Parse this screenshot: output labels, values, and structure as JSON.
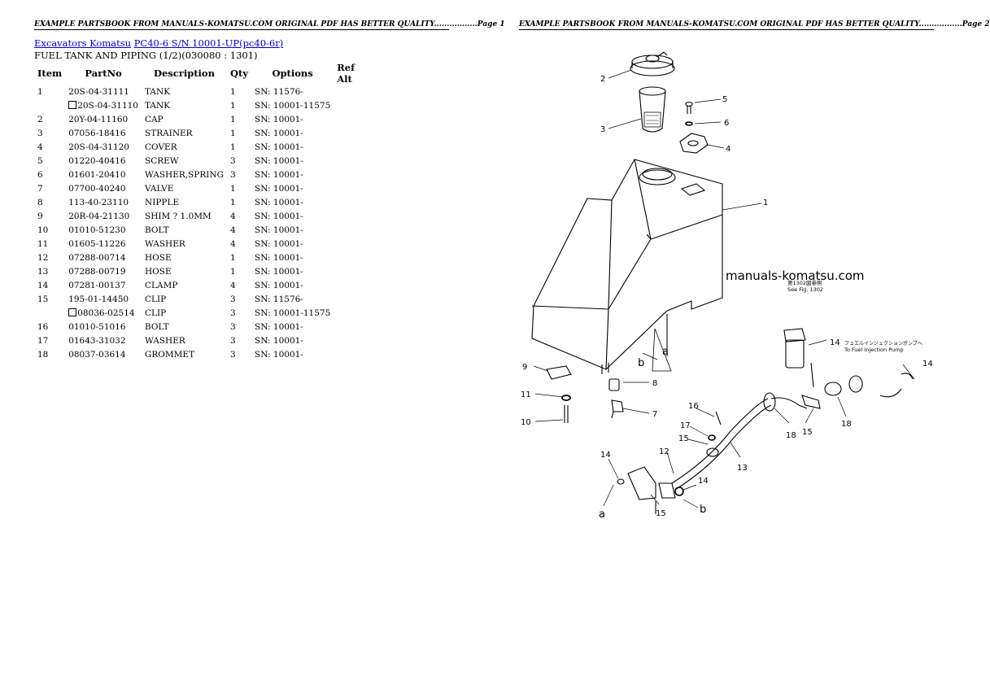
{
  "header": {
    "left": "EXAMPLE PARTSBOOK FROM MANUALS-KOMATSU.COM ORIGINAL PDF HAS BETTER QUALITY.................Page 1",
    "right": "EXAMPLE PARTSBOOK FROM MANUALS-KOMATSU.COM ORIGINAL PDF HAS BETTER QUALITY.................Page 2"
  },
  "breadcrumb": {
    "link1": "Excavators Komatsu",
    "link2": "PC40-6 S/N 10001-UP(pc40-6r)"
  },
  "subtitle": "FUEL TANK AND PIPING (1/2)(030080 : 1301)",
  "table": {
    "columns": [
      "Item",
      "PartNo",
      "Description",
      "Qty",
      "Options",
      "Ref Alt"
    ],
    "rows": [
      {
        "item": "1",
        "alt": false,
        "part": "20S-04-31111",
        "desc": "TANK",
        "qty": "1",
        "opt": "SN: 11576-"
      },
      {
        "item": "",
        "alt": true,
        "part": "20S-04-31110",
        "desc": "TANK",
        "qty": "1",
        "opt": "SN: 10001-11575"
      },
      {
        "item": "2",
        "alt": false,
        "part": "20Y-04-11160",
        "desc": "CAP",
        "qty": "1",
        "opt": "SN: 10001-"
      },
      {
        "item": "3",
        "alt": false,
        "part": "07056-18416",
        "desc": "STRAINER",
        "qty": "1",
        "opt": "SN: 10001-"
      },
      {
        "item": "4",
        "alt": false,
        "part": "20S-04-31120",
        "desc": "COVER",
        "qty": "1",
        "opt": "SN: 10001-"
      },
      {
        "item": "5",
        "alt": false,
        "part": "01220-40416",
        "desc": "SCREW",
        "qty": "3",
        "opt": "SN: 10001-"
      },
      {
        "item": "6",
        "alt": false,
        "part": "01601-20410",
        "desc": "WASHER,SPRING",
        "qty": "3",
        "opt": "SN: 10001-"
      },
      {
        "item": "7",
        "alt": false,
        "part": "07700-40240",
        "desc": "VALVE",
        "qty": "1",
        "opt": "SN: 10001-"
      },
      {
        "item": "8",
        "alt": false,
        "part": "113-40-23110",
        "desc": "NIPPLE",
        "qty": "1",
        "opt": "SN: 10001-"
      },
      {
        "item": "9",
        "alt": false,
        "part": "20R-04-21130",
        "desc": "SHIM ? 1.0MM",
        "qty": "4",
        "opt": "SN: 10001-"
      },
      {
        "item": "10",
        "alt": false,
        "part": "01010-51230",
        "desc": "BOLT",
        "qty": "4",
        "opt": "SN: 10001-"
      },
      {
        "item": "11",
        "alt": false,
        "part": "01605-11226",
        "desc": "WASHER",
        "qty": "4",
        "opt": "SN: 10001-"
      },
      {
        "item": "12",
        "alt": false,
        "part": "07288-00714",
        "desc": "HOSE",
        "qty": "1",
        "opt": "SN: 10001-"
      },
      {
        "item": "13",
        "alt": false,
        "part": "07288-00719",
        "desc": "HOSE",
        "qty": "1",
        "opt": "SN: 10001-"
      },
      {
        "item": "14",
        "alt": false,
        "part": "07281-00137",
        "desc": "CLAMP",
        "qty": "4",
        "opt": "SN: 10001-"
      },
      {
        "item": "15",
        "alt": false,
        "part": "195-01-14450",
        "desc": "CLIP",
        "qty": "3",
        "opt": "SN: 11576-"
      },
      {
        "item": "",
        "alt": true,
        "part": "08036-02514",
        "desc": "CLIP",
        "qty": "3",
        "opt": "SN: 10001-11575"
      },
      {
        "item": "16",
        "alt": false,
        "part": "01010-51016",
        "desc": "BOLT",
        "qty": "3",
        "opt": "SN: 10001-"
      },
      {
        "item": "17",
        "alt": false,
        "part": "01643-31032",
        "desc": "WASHER",
        "qty": "3",
        "opt": "SN: 10001-"
      },
      {
        "item": "18",
        "alt": false,
        "part": "08037-03614",
        "desc": "GROMMET",
        "qty": "3",
        "opt": "SN: 10001-"
      }
    ]
  },
  "diagram": {
    "watermark": "manuals-komatsu.com",
    "ref_note_1": "第1302図参照",
    "ref_note_2": "See Fig. 1302",
    "pump_note_1": "フュエルインジェクションポンプへ",
    "pump_note_2": "To Fuel Injection Pump",
    "callouts": [
      "1",
      "2",
      "3",
      "4",
      "5",
      "6",
      "7",
      "8",
      "9",
      "10",
      "11",
      "12",
      "13",
      "14",
      "15",
      "16",
      "17",
      "18",
      "a",
      "b"
    ]
  }
}
